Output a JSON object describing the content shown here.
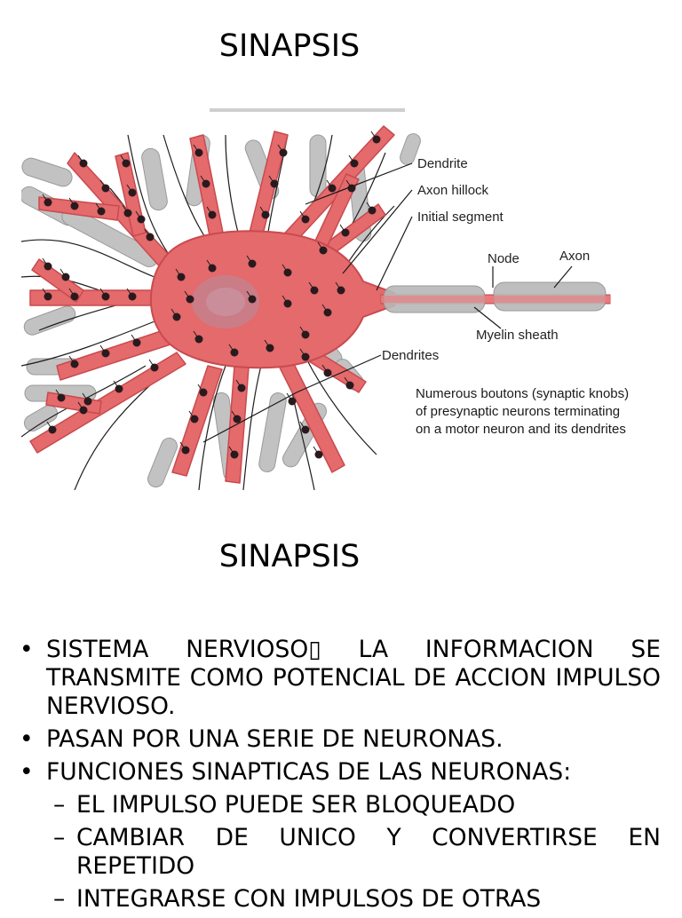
{
  "slide1": {
    "title": "SINAPSIS",
    "figure": {
      "labels": {
        "dendrite": "Dendrite",
        "axon_hillock": "Axon hillock",
        "initial_segment": "Initial segment",
        "node": "Node",
        "axon": "Axon",
        "myelin_sheath": "Myelin  sheath",
        "dendrites": "Dendrites"
      },
      "caption_lines": [
        "Numerous boutons (synaptic knobs)",
        "of presynaptic neurons terminating",
        "on a motor neuron and its dendrites"
      ],
      "colors": {
        "neuron_body": "#e46a6c",
        "neuron_edge": "#c94a4f",
        "nucleus": "#b98a9a",
        "myelin": "#b8b8b8",
        "bouton": "#2a1a1e"
      }
    }
  },
  "slide2": {
    "title": "SINAPSIS",
    "bullets": [
      {
        "text": "SISTEMA NERVIOSO▯ LA INFORMACION SE TRANSMITE COMO POTENCIAL DE ACCION  IMPULSO NERVIOSO."
      },
      {
        "text": "PASAN POR UNA SERIE DE NEURONAS."
      },
      {
        "text": "FUNCIONES SINAPTICAS DE LAS NEURONAS:"
      }
    ],
    "subbullets": [
      {
        "text": "EL IMPULSO PUEDE SER BLOQUEADO"
      },
      {
        "text": "CAMBIAR DE UNICO Y CONVERTIRSE EN REPETIDO"
      },
      {
        "text": "INTEGRARSE CON IMPULSOS DE OTRAS"
      }
    ],
    "bullet_glyph": "•",
    "dash_glyph": "–"
  }
}
